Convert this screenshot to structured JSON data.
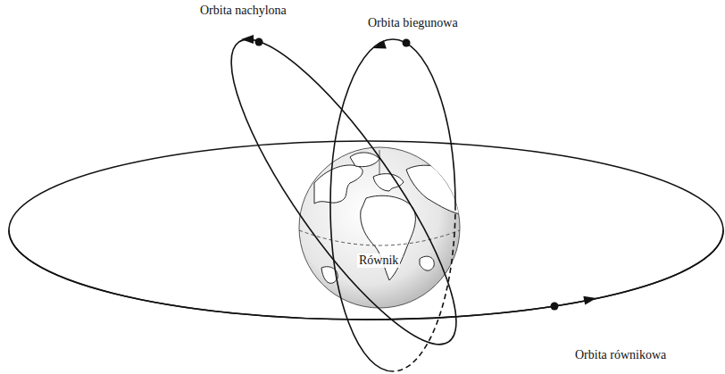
{
  "diagram": {
    "labels": [
      "Orbita nachylona",
      "Orbita biegunowa",
      "Orbita równikowa",
      "Równik"
    ]
  }
}
